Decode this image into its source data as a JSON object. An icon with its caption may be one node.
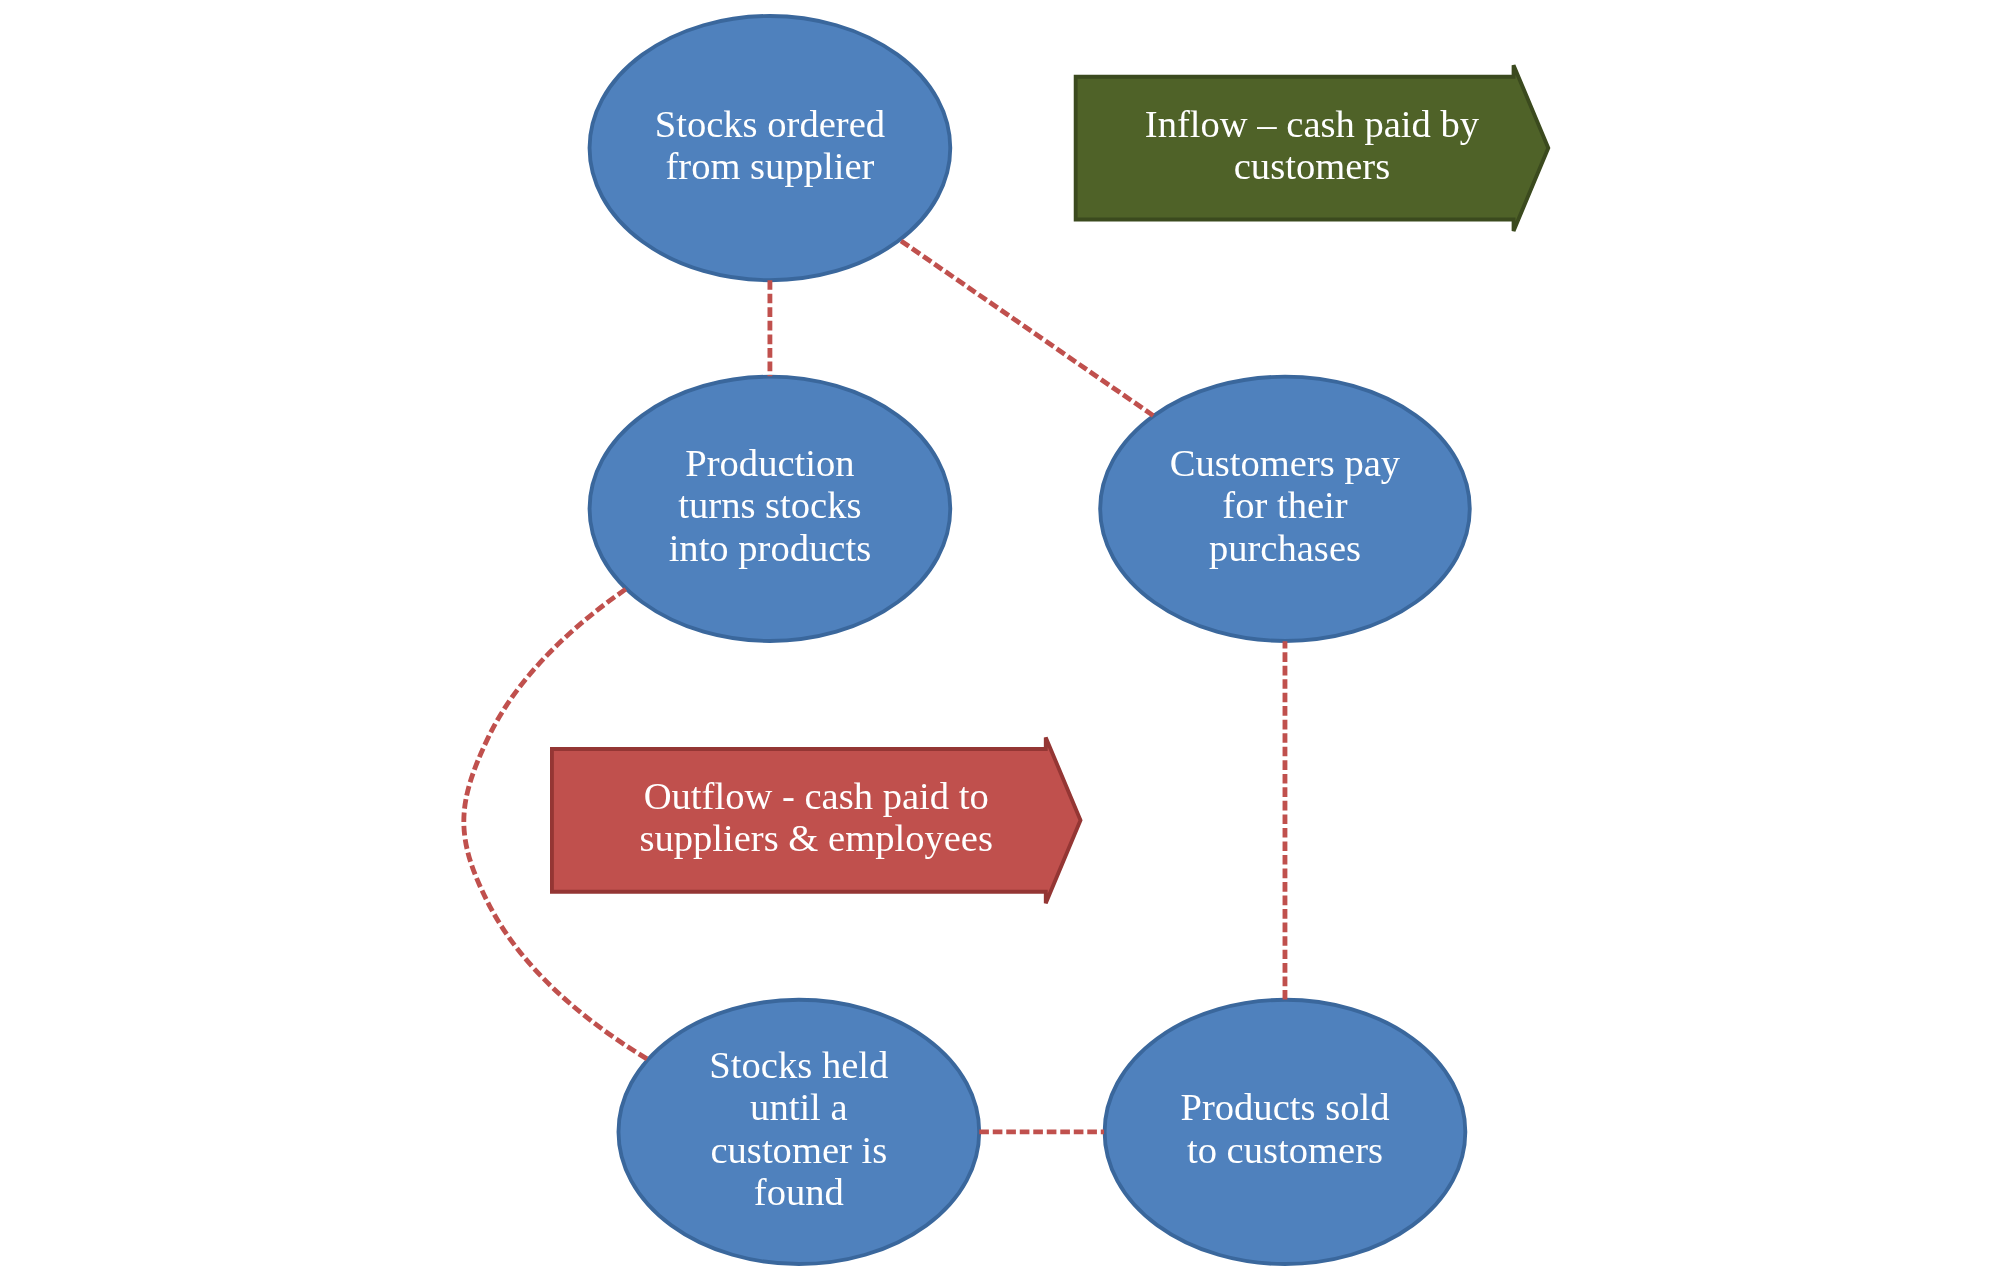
{
  "diagram": {
    "nodes": [
      {
        "text": [
          "Inflow – cash paid by customers"
        ]
      },
      {
        "text": [
          "Stocks ordered from supplier"
        ]
      },
      {
        "text": [
          "Production turns stocks into products"
        ]
      },
      {
        "text": [
          "Customers pay for their purchases"
        ]
      },
      {
        "text": [
          "Outflow - cash paid to suppliers & employees"
        ]
      },
      {
        "text": [
          "Products sold to customers"
        ]
      },
      {
        "text": [
          "Stocks held until a customer is found"
        ]
      }
    ],
    "edges": [
      {
        "from": 1,
        "to": 2,
        "arrow": "none",
        "style": "dashed",
        "color": "#c0504d"
      },
      {
        "from": 2,
        "to": 6,
        "arrow": "none",
        "style": "dashed",
        "color": "#c0504d"
      },
      {
        "from": 6,
        "to": 5,
        "arrow": "none",
        "style": "dashed",
        "color": "#c0504d"
      },
      {
        "from": 5,
        "to": 3,
        "arrow": "none",
        "style": "dashed",
        "color": "#c0504d"
      },
      {
        "from": 3,
        "to": 1,
        "arrow": "none",
        "style": "dashed",
        "color": "#c0504d"
      }
    ]
  }
}
